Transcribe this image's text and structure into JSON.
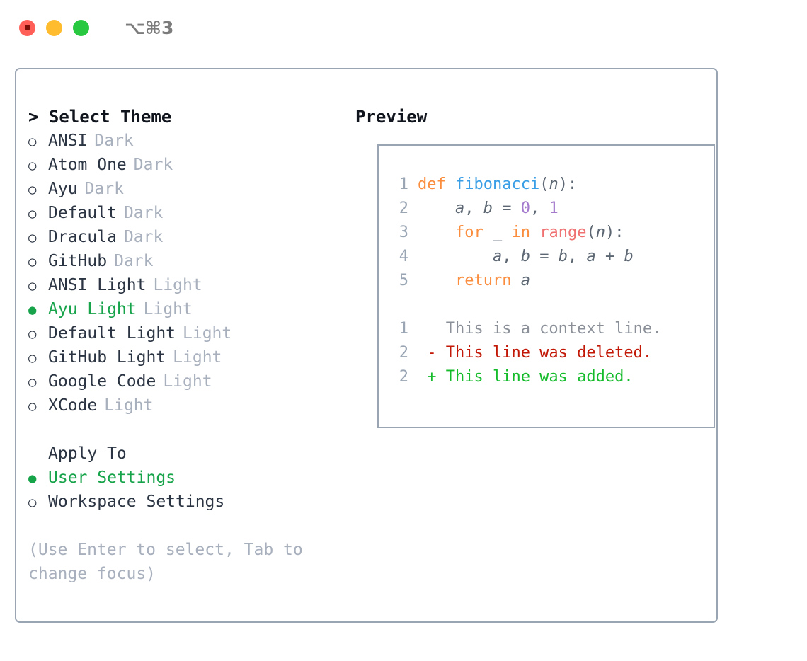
{
  "titlebar": {
    "shortcut": "⌥⌘3",
    "buttons": [
      {
        "name": "close",
        "color": "#ff5f57"
      },
      {
        "name": "minimize",
        "color": "#febc2e"
      },
      {
        "name": "maximize",
        "color": "#28c840"
      }
    ]
  },
  "theme_picker": {
    "heading": "> Select Theme",
    "selected": "Ayu Light",
    "accent_color": "#16a34a",
    "items": [
      {
        "marker": "○",
        "label": "ANSI",
        "badge": "Dark",
        "selected": false
      },
      {
        "marker": "○",
        "label": "Atom One",
        "badge": "Dark",
        "selected": false
      },
      {
        "marker": "○",
        "label": "Ayu",
        "badge": "Dark",
        "selected": false
      },
      {
        "marker": "○",
        "label": "Default",
        "badge": "Dark",
        "selected": false
      },
      {
        "marker": "○",
        "label": "Dracula",
        "badge": "Dark",
        "selected": false
      },
      {
        "marker": "○",
        "label": "GitHub",
        "badge": "Dark",
        "selected": false
      },
      {
        "marker": "○",
        "label": "ANSI Light",
        "badge": "Light",
        "selected": false
      },
      {
        "marker": "●",
        "label": "Ayu Light",
        "badge": "Light",
        "selected": true
      },
      {
        "marker": "○",
        "label": "Default Light",
        "badge": "Light",
        "selected": false
      },
      {
        "marker": "○",
        "label": "GitHub Light",
        "badge": "Light",
        "selected": false
      },
      {
        "marker": "○",
        "label": "Google Code",
        "badge": "Light",
        "selected": false
      },
      {
        "marker": "○",
        "label": "XCode",
        "badge": "Light",
        "selected": false
      }
    ]
  },
  "apply_to": {
    "heading": "Apply To",
    "selected": "User Settings",
    "items": [
      {
        "marker": "●",
        "label": "User Settings",
        "selected": true
      },
      {
        "marker": "○",
        "label": "Workspace Settings",
        "selected": false
      }
    ]
  },
  "hint": "(Use Enter to select, Tab to change focus)",
  "preview": {
    "heading": "Preview",
    "code_lines": [
      {
        "lineno": "1",
        "tokens": [
          {
            "t": "def",
            "c": "kw"
          },
          {
            "t": " ",
            "c": "pn"
          },
          {
            "t": "fibonacci",
            "c": "fn"
          },
          {
            "t": "(",
            "c": "pn"
          },
          {
            "t": "n",
            "c": "id"
          },
          {
            "t": "):",
            "c": "pn"
          }
        ]
      },
      {
        "lineno": "2",
        "tokens": [
          {
            "t": "    ",
            "c": "pn"
          },
          {
            "t": "a",
            "c": "id"
          },
          {
            "t": ", ",
            "c": "pn"
          },
          {
            "t": "b",
            "c": "id"
          },
          {
            "t": " = ",
            "c": "op"
          },
          {
            "t": "0",
            "c": "num"
          },
          {
            "t": ", ",
            "c": "pn"
          },
          {
            "t": "1",
            "c": "num"
          }
        ]
      },
      {
        "lineno": "3",
        "tokens": [
          {
            "t": "    ",
            "c": "pn"
          },
          {
            "t": "for",
            "c": "kw"
          },
          {
            "t": " _ ",
            "c": "id"
          },
          {
            "t": "in",
            "c": "kw"
          },
          {
            "t": " ",
            "c": "pn"
          },
          {
            "t": "range",
            "c": "bi"
          },
          {
            "t": "(",
            "c": "pn"
          },
          {
            "t": "n",
            "c": "id"
          },
          {
            "t": "):",
            "c": "pn"
          }
        ]
      },
      {
        "lineno": "4",
        "tokens": [
          {
            "t": "        ",
            "c": "pn"
          },
          {
            "t": "a",
            "c": "id"
          },
          {
            "t": ", ",
            "c": "pn"
          },
          {
            "t": "b",
            "c": "id"
          },
          {
            "t": " = ",
            "c": "op"
          },
          {
            "t": "b",
            "c": "id"
          },
          {
            "t": ", ",
            "c": "pn"
          },
          {
            "t": "a",
            "c": "id"
          },
          {
            "t": " + ",
            "c": "op"
          },
          {
            "t": "b",
            "c": "id"
          }
        ]
      },
      {
        "lineno": "5",
        "tokens": [
          {
            "t": "    ",
            "c": "pn"
          },
          {
            "t": "return",
            "c": "kw"
          },
          {
            "t": " ",
            "c": "pn"
          },
          {
            "t": "a",
            "c": "id"
          }
        ]
      }
    ],
    "diff_lines": [
      {
        "lineno": "1",
        "sign": " ",
        "text": "This is a context line.",
        "kind": "d-ctx"
      },
      {
        "lineno": "2",
        "sign": "-",
        "text": "This line was deleted.",
        "kind": "d-del"
      },
      {
        "lineno": "2",
        "sign": "+",
        "text": "This line was added.",
        "kind": "d-add"
      }
    ]
  }
}
